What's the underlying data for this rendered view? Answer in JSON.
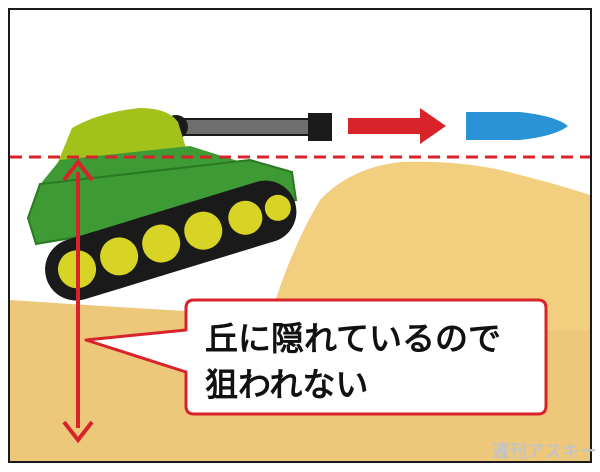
{
  "callout": {
    "line1": "丘に隠れているので",
    "line2": "狙われない"
  },
  "watermark": "週刊アスキー",
  "colors": {
    "frame": "#1a1a1a",
    "sand_hill": "#f2cf7f",
    "sand_ground": "#eec87a",
    "tank_hull": "#3d9a34",
    "tank_turret": "#a2c21b",
    "tank_track": "#1a1a1a",
    "tank_wheel": "#d8d426",
    "barrel": "#6e6e6e",
    "muzzle": "#1a1a1a",
    "arrow_red": "#d8232a",
    "bullet_blue": "#2a93d5",
    "dashed_line": "#d8232a",
    "callout_border": "#d8232a"
  },
  "icons": {
    "tank": "tank-icon",
    "bullet": "bullet-icon",
    "arrow": "arrow-right-icon"
  }
}
